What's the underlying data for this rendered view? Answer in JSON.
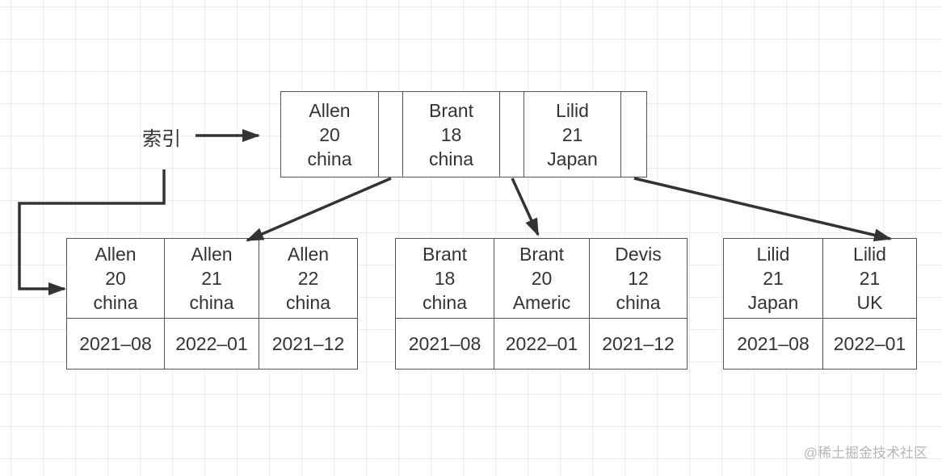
{
  "index_label": "索引",
  "root": {
    "keys": [
      {
        "name": "Allen",
        "age": "20",
        "country": "china"
      },
      {
        "name": "Brant",
        "age": "18",
        "country": "china"
      },
      {
        "name": "Lilid",
        "age": "21",
        "country": "Japan"
      }
    ]
  },
  "leaves": [
    {
      "records": [
        {
          "name": "Allen",
          "age": "20",
          "country": "china",
          "date": "2021–08"
        },
        {
          "name": "Allen",
          "age": "21",
          "country": "china",
          "date": "2022–01"
        },
        {
          "name": "Allen",
          "age": "22",
          "country": "china",
          "date": "2021–12"
        }
      ]
    },
    {
      "records": [
        {
          "name": "Brant",
          "age": "18",
          "country": "china",
          "date": "2021–08"
        },
        {
          "name": "Brant",
          "age": "20",
          "country": "Americ",
          "date": "2022–01"
        },
        {
          "name": "Devis",
          "age": "12",
          "country": "china",
          "date": "2021–12"
        }
      ]
    },
    {
      "records": [
        {
          "name": "Lilid",
          "age": "21",
          "country": "Japan",
          "date": "2021–08"
        },
        {
          "name": "Lilid",
          "age": "21",
          "country": "UK",
          "date": "2022–01"
        }
      ]
    }
  ],
  "watermark": "@稀土掘金技术社区",
  "colors": {
    "line": "#555555",
    "arrow": "#333333",
    "grid": "#ececec",
    "text": "#333333"
  }
}
